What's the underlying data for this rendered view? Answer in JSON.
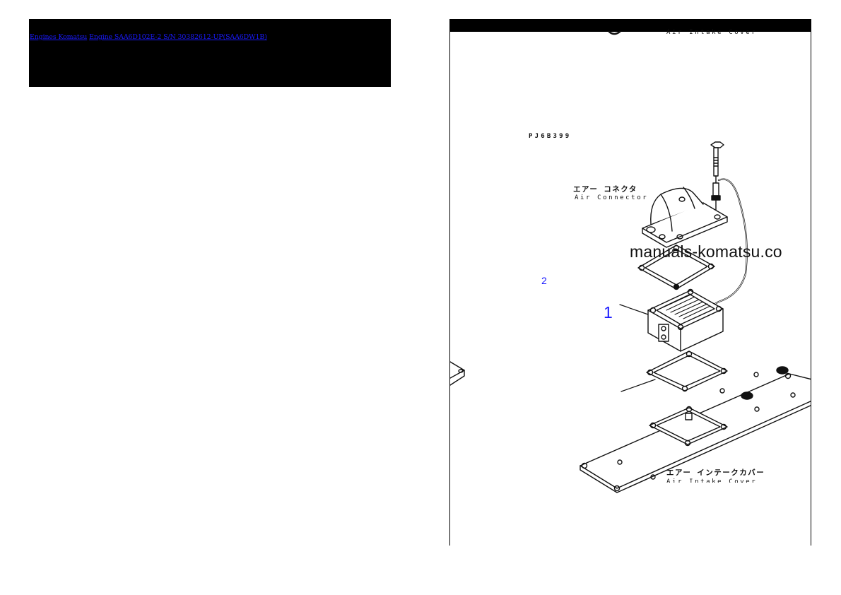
{
  "header": {
    "breadcrumb": [
      {
        "label": "Engines Komatsu",
        "type": "link"
      },
      {
        "label": "Engine SAA6D102E-2 S/N 30382612-UP(SAA6DW1B)",
        "type": "link"
      }
    ],
    "background": "#000000",
    "link_color": "#1a1aff"
  },
  "diagram": {
    "drawing_code": "PJ6B399",
    "top_label_en": "Air Intake Cover",
    "parts": [
      {
        "jp": "エアー コネクタ",
        "en": "Air Connector"
      },
      {
        "jp": "エアー インテークカバー",
        "en": "Air Intake Cover"
      }
    ],
    "watermark": "manuals-komatsu.co",
    "callouts": [
      {
        "number": "1"
      },
      {
        "number": "2"
      }
    ]
  }
}
